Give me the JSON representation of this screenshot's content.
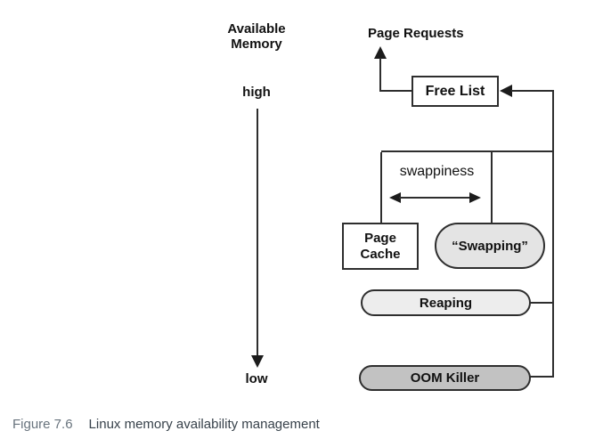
{
  "diagram": {
    "axis": {
      "title_line1": "Available",
      "title_line2": "Memory",
      "high_label": "high",
      "low_label": "low"
    },
    "nodes": {
      "page_requests": "Page Requests",
      "free_list": "Free List",
      "swappiness": "swappiness",
      "page_cache_line1": "Page",
      "page_cache_line2": "Cache",
      "swapping": "“Swapping”",
      "reaping": "Reaping",
      "oom_killer": "OOM Killer"
    },
    "colors": {
      "line": "#2e2e2e",
      "node_border": "#2e2e2e",
      "free_list_fill": "#ffffff",
      "page_cache_fill": "#ffffff",
      "swapping_fill": "#e4e4e4",
      "reaping_fill": "#ededed",
      "oom_killer_fill": "#c2c2c2",
      "text": "#111111"
    }
  },
  "caption": {
    "figure_label": "Figure 7.6",
    "text": "Linux memory availability management",
    "figure_label_color": "#68737d",
    "text_color": "#38424b"
  }
}
